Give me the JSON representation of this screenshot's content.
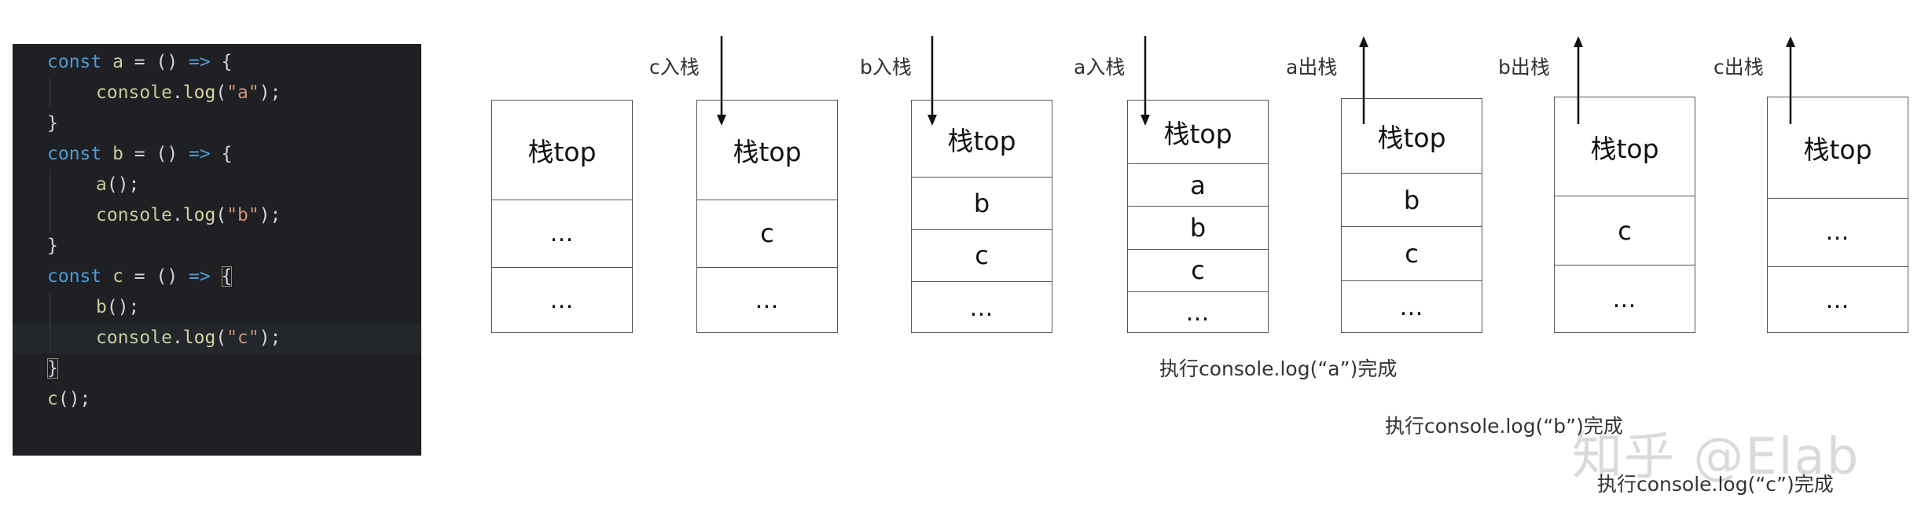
{
  "code": {
    "lines": [
      [
        {
          "t": "const ",
          "c": "keyword"
        },
        {
          "t": "a",
          "c": "ident"
        },
        {
          "t": " = () ",
          "c": "plain"
        },
        {
          "t": "=>",
          "c": "keyword"
        },
        {
          "t": " {",
          "c": "plain"
        }
      ],
      [
        {
          "t": "console",
          "c": "ident"
        },
        {
          "t": ".",
          "c": "plain"
        },
        {
          "t": "log",
          "c": "method"
        },
        {
          "t": "(",
          "c": "plain"
        },
        {
          "t": "\"a\"",
          "c": "string"
        },
        {
          "t": ");",
          "c": "plain"
        }
      ],
      [
        {
          "t": "}",
          "c": "plain"
        }
      ],
      [
        {
          "t": "const ",
          "c": "keyword"
        },
        {
          "t": "b",
          "c": "ident"
        },
        {
          "t": " = () ",
          "c": "plain"
        },
        {
          "t": "=>",
          "c": "keyword"
        },
        {
          "t": " {",
          "c": "plain"
        }
      ],
      [
        {
          "t": "a",
          "c": "ident"
        },
        {
          "t": "();",
          "c": "plain"
        }
      ],
      [
        {
          "t": "console",
          "c": "ident"
        },
        {
          "t": ".",
          "c": "plain"
        },
        {
          "t": "log",
          "c": "method"
        },
        {
          "t": "(",
          "c": "plain"
        },
        {
          "t": "\"b\"",
          "c": "string"
        },
        {
          "t": ");",
          "c": "plain"
        }
      ],
      [
        {
          "t": "}",
          "c": "plain"
        }
      ],
      [
        {
          "t": "const ",
          "c": "keyword"
        },
        {
          "t": "c",
          "c": "ident"
        },
        {
          "t": " = () ",
          "c": "plain"
        },
        {
          "t": "=>",
          "c": "keyword"
        },
        {
          "t": " ",
          "c": "plain"
        },
        {
          "t": "{",
          "c": "plain",
          "box": true
        }
      ],
      [
        {
          "t": "b",
          "c": "ident"
        },
        {
          "t": "();",
          "c": "plain"
        }
      ],
      [
        {
          "t": "console",
          "c": "ident"
        },
        {
          "t": ".",
          "c": "plain"
        },
        {
          "t": "log",
          "c": "method"
        },
        {
          "t": "(",
          "c": "plain"
        },
        {
          "t": "\"c\"",
          "c": "string"
        },
        {
          "t": ");",
          "c": "plain"
        }
      ],
      [
        {
          "t": "}",
          "c": "plain",
          "box": true
        }
      ],
      [
        {
          "t": "c",
          "c": "ident"
        },
        {
          "t": "();",
          "c": "plain"
        }
      ]
    ],
    "indented_lines": [
      1,
      4,
      5,
      8,
      9
    ],
    "current_line": 9,
    "colors": {
      "keyword": "#4e9bd4",
      "ident": "#c5cd9a",
      "plain": "#d4d4d4",
      "string": "#ce9178",
      "method": "#d9d2a0"
    }
  },
  "steps": [
    {
      "label": "",
      "arrow": "none",
      "cells": [
        "栈top",
        "...",
        "..."
      ]
    },
    {
      "label": "c入栈",
      "arrow": "down",
      "cells": [
        "栈top",
        "c",
        "..."
      ]
    },
    {
      "label": "b入栈",
      "arrow": "down",
      "cells": [
        "栈top",
        "b",
        "c",
        "..."
      ]
    },
    {
      "label": "a入栈",
      "arrow": "down",
      "cells": [
        "栈top",
        "a",
        "b",
        "c",
        "..."
      ]
    },
    {
      "label": "a出栈",
      "arrow": "up",
      "cells": [
        "栈top",
        "b",
        "c",
        "..."
      ]
    },
    {
      "label": "b出栈",
      "arrow": "up",
      "cells": [
        "栈top",
        "c",
        "..."
      ]
    },
    {
      "label": "c出栈",
      "arrow": "up",
      "cells": [
        "栈top",
        "...",
        "..."
      ]
    }
  ],
  "notes": [
    "执行console.log(“a”)完成",
    "执行console.log(“b”)完成",
    "执行console.log(“c”)完成"
  ],
  "watermark": "知乎 @Elab"
}
